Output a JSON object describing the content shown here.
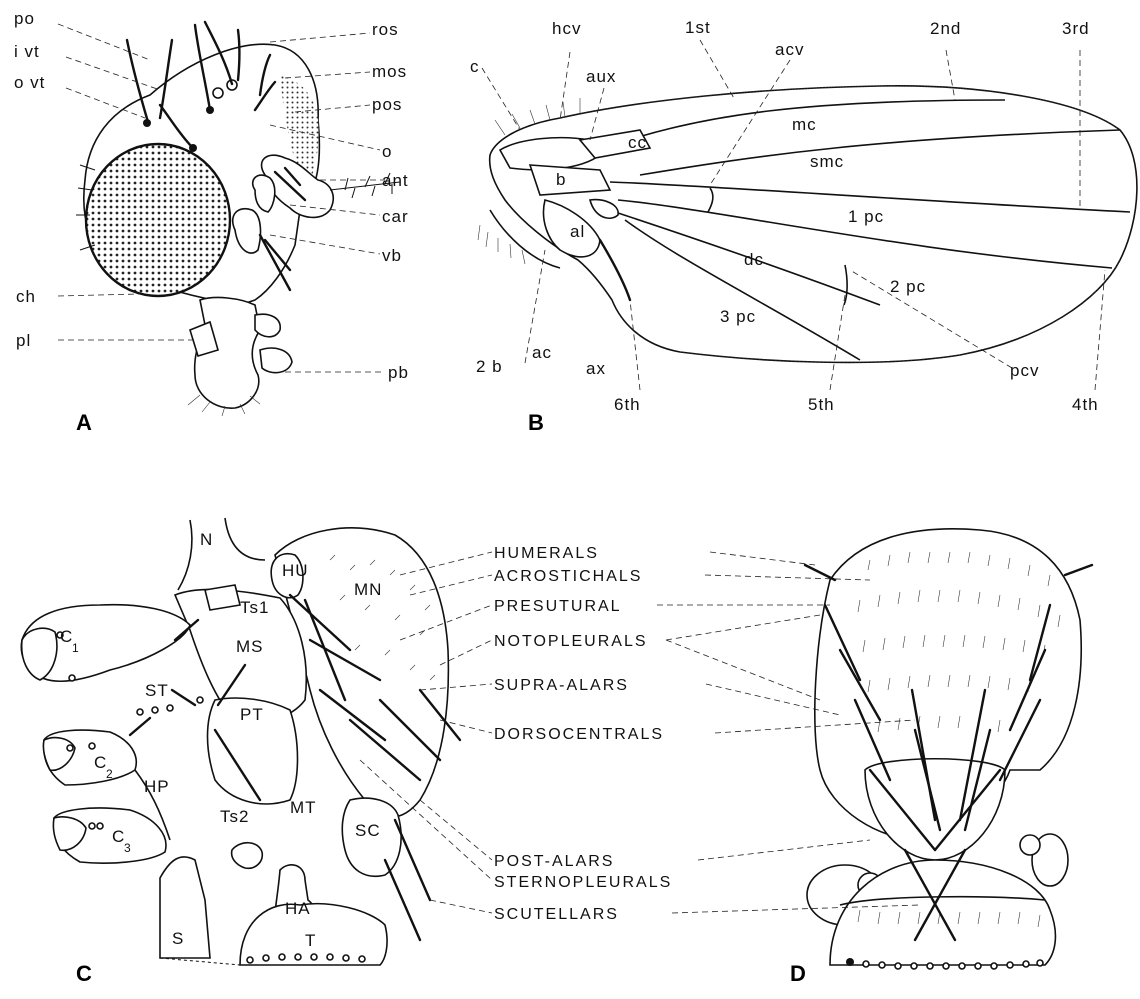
{
  "panels": {
    "A": {
      "caption": "A",
      "labels": {
        "po": "po",
        "ivt": "i vt",
        "ovt": "o vt",
        "ros": "ros",
        "mos": "mos",
        "pos": "pos",
        "o": "o",
        "ant": "ant",
        "car": "car",
        "vb": "vb",
        "ch": "ch",
        "pl": "pl",
        "pb": "pb"
      }
    },
    "B": {
      "caption": "B",
      "labels": {
        "c": "c",
        "hcv": "hcv",
        "aux": "aux",
        "first": "1st",
        "acv": "acv",
        "second": "2nd",
        "third": "3rd",
        "cc": "cc",
        "mc": "mc",
        "smc": "smc",
        "b": "b",
        "al": "al",
        "onepc": "1 pc",
        "dc": "dc",
        "twob": "2 b",
        "ac": "ac",
        "ax": "ax",
        "twopc": "2 pc",
        "threepc": "3 pc",
        "pcv": "pcv",
        "sixth": "6th",
        "fifth": "5th",
        "fourth": "4th"
      }
    },
    "C": {
      "caption": "C",
      "labels": {
        "N": "N",
        "HU": "HU",
        "MN": "MN",
        "Ts1": "Ts1",
        "C1": "C",
        "C1sub": "1",
        "MS": "MS",
        "ST": "ST",
        "PT": "PT",
        "C2": "C",
        "C2sub": "2",
        "HP": "HP",
        "Ts2": "Ts2",
        "MT": "MT",
        "SC": "SC",
        "C3": "C",
        "C3sub": "3",
        "HA": "HA",
        "S": "S",
        "T": "T"
      }
    },
    "D": {
      "caption": "D"
    }
  },
  "bristle_names": [
    "HUMERALS",
    "ACROSTICHALS",
    "PRESUTURAL",
    "NOTOPLEURALS",
    "SUPRA-ALARS",
    "DORSOCENTRALS",
    "POST-ALARS",
    "STERNOPLEURALS",
    "SCUTELLARS"
  ]
}
